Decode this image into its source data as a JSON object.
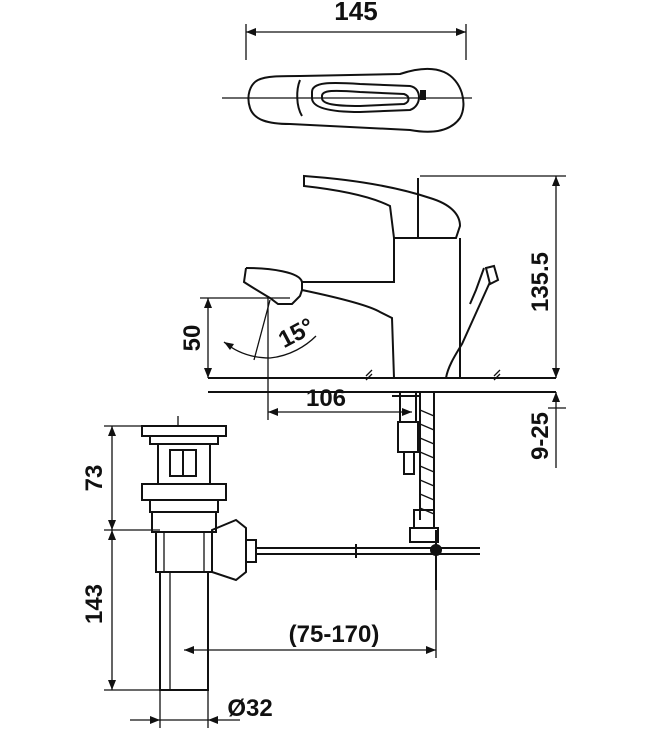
{
  "dimensions": {
    "top_width": "145",
    "height": "135.5",
    "spout_height": "50",
    "spout_angle": "15°",
    "spout_reach": "106",
    "deck_thickness": "9-25",
    "waste_upper": "73",
    "waste_lower": "143",
    "connection_span": "(75-170)",
    "waste_diameter": "Ø32"
  }
}
